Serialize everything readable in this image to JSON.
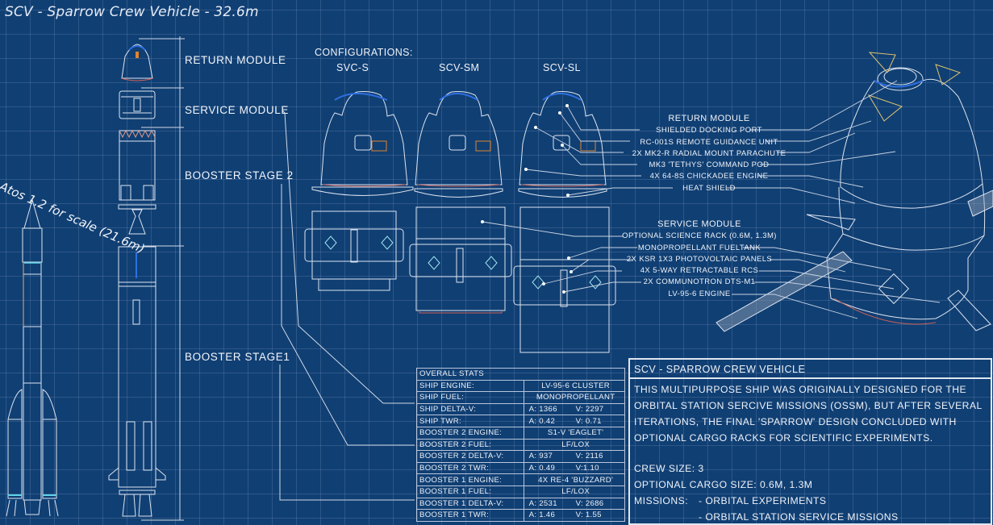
{
  "title": "SCV - Sparrow Crew Vehicle - 32.6m",
  "scale_note": "Atos 1.2 for scale (21.6m)",
  "stack_labels": {
    "return_module": "RETURN MODULE",
    "service_module": "SERVICE MODULE",
    "booster_stage_2": "BOOSTER STAGE 2",
    "booster_stage_1": "BOOSTER STAGE1"
  },
  "configurations": {
    "heading": "CONFIGURATIONS:",
    "items": [
      "SVC-S",
      "SCV-SM",
      "SCV-SL"
    ]
  },
  "return_module_callouts": {
    "heading": "RETURN MODULE",
    "items": [
      "SHIELDED DOCKING PORT",
      "RC-001S REMOTE GUIDANCE UNIT",
      "2X MK2-R RADIAL MOUNT PARACHUTE",
      "MK3 'TETHYS' COMMAND POD",
      "4X 64-8S CHICKADEE ENGINE",
      "HEAT SHIELD"
    ]
  },
  "service_module_callouts": {
    "heading": "SERVICE MODULE",
    "items": [
      "OPTIONAL SCIENCE RACK (0.6M, 1.3M)",
      "MONOPROPELLANT FUELTANK",
      "2X KSR 1X3 PHOTOVOLTAIC PANELS",
      "4X 5-WAY RETRACTABLE RCS",
      "2X COMMUNOTRON DTS-M1",
      "LV-95-6 ENGINE"
    ]
  },
  "stats": {
    "heading": "OVERALL STATS",
    "rows": [
      {
        "label": "SHIP ENGINE:",
        "value": "LV-95-6 CLUSTER"
      },
      {
        "label": "SHIP FUEL:",
        "value": "MONOPROPELLANT"
      },
      {
        "label": "SHIP DELTA-V:",
        "a": "A: 1366",
        "v": "V: 2297"
      },
      {
        "label": "SHIP TWR:",
        "a": "A: 0.42",
        "v": "V: 0.71"
      },
      {
        "label": "BOOSTER 2 ENGINE:",
        "value": "S1-V 'EAGLET'"
      },
      {
        "label": "BOOSTER 2 FUEL:",
        "value": "LF/LOX"
      },
      {
        "label": "BOOSTER 2 DELTA-V:",
        "a": "A: 937",
        "v": "V: 2116"
      },
      {
        "label": "BOOSTER 2 TWR:",
        "a": "A: 0.49",
        "v": "V:1.10"
      },
      {
        "label": "BOOSTER 1 ENGINE:",
        "value": "4X RE-4 'BUZZARD'"
      },
      {
        "label": "BOOSTER 1 FUEL:",
        "value": "LF/LOX"
      },
      {
        "label": "BOOSTER 1 DELTA-V:",
        "a": "A: 2531",
        "v": "V: 2686"
      },
      {
        "label": "BOOSTER 1 TWR:",
        "a": "A: 1.46",
        "v": "V: 1.55"
      }
    ]
  },
  "description": {
    "heading": "SCV - SPARROW CREW VEHICLE",
    "lines": [
      "THIS MULTIPURPOSE SHIP WAS ORIGINALLY DESIGNED FOR THE",
      "ORBITAL STATION SERCIVE MISSIONS (OSSM), BUT AFTER SEVERAL",
      "ITERATIONS, THE FINAL 'SPARROW' DESIGN CONCLUDED WITH",
      "OPTIONAL CARGO RACKS FOR SCIENTIFIC EXPERIMENTS."
    ],
    "crew_size": "CREW SIZE: 3",
    "cargo_size": "OPTIONAL CARGO SIZE: 0.6M, 1.3M",
    "missions_label": "MISSIONS:",
    "missions": [
      "- ORBITAL EXPERIMENTS",
      "- ORBITAL STATION SERVICE MISSIONS"
    ]
  },
  "colors": {
    "background": "#103f73",
    "grid": "#5a78a8",
    "line": "#dce4f0",
    "accent_orange": "#e0842c",
    "accent_blue": "#2f6fe0",
    "accent_red": "#c9605a"
  }
}
